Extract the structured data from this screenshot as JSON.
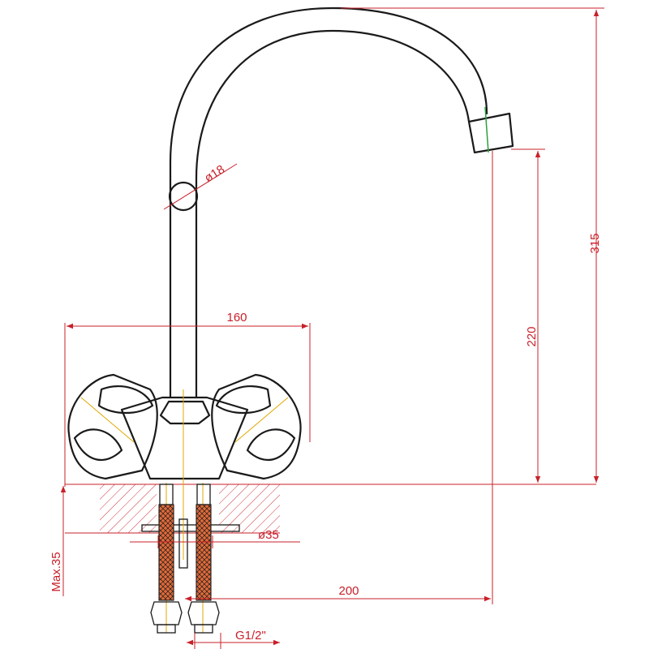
{
  "dimensions": {
    "total_height": "315",
    "spout_height": "220",
    "spout_reach": "200",
    "handle_span": "160",
    "tube_diameter": "ø18",
    "hole_diameter": "ø35",
    "max_thickness": "Max.35",
    "thread": "G1/2\""
  },
  "colors": {
    "dimension": "#c8202a",
    "axis": "#e0a800",
    "outline": "#1a1a1a",
    "hose": "#e06a3a",
    "green_mark": "#2e9e3e"
  }
}
